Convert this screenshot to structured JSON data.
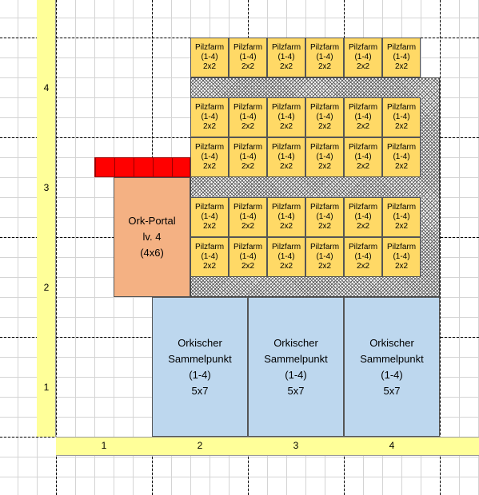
{
  "axes": {
    "y_labels": [
      "4",
      "3",
      "2",
      "1"
    ],
    "x_labels": [
      "1",
      "2",
      "3",
      "4"
    ]
  },
  "pilzfarm": {
    "line1": "Pilzfarm",
    "line2": "(1-4)",
    "line3": "2x2",
    "rows": 5,
    "cols": 6
  },
  "portal": {
    "line1": "Ork-Portal",
    "line2": "lv. 4",
    "line3": "(4x6)"
  },
  "sammelpunkt": {
    "line1": "Orkischer",
    "line2": "Sammelpunkt",
    "line3": "(1-4)",
    "line4": "5x7",
    "count": 3
  },
  "colors": {
    "axis": "#ffff99",
    "pilzfarm": "#ffd966",
    "portal": "#f4b183",
    "sammelpunkt": "#bdd7ee",
    "blocked": "#ff0000"
  }
}
